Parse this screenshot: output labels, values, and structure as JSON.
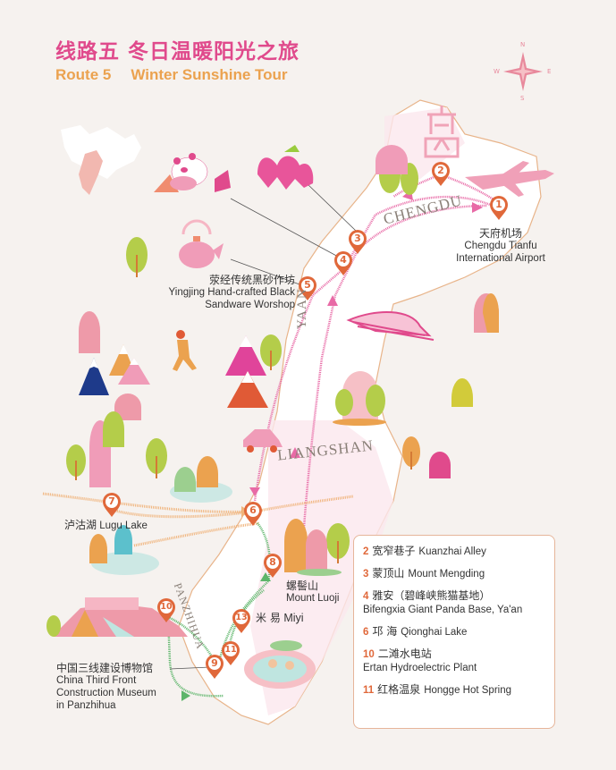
{
  "header": {
    "title_cn": "线路五  冬日温暖阳光之旅",
    "route_label": "Route 5",
    "title_en": "Winter Sunshine Tour"
  },
  "compass": {
    "n": "N",
    "s": "S",
    "e": "E",
    "w": "W"
  },
  "regions": {
    "chengdu": "CHENGDU",
    "yaan": "YAAN",
    "liangshan": "LIANGSHAN",
    "panzhihua": "PANZHIHUA"
  },
  "pins": [
    {
      "num": "1",
      "cn": "天府机场",
      "en": "Chengdu Tianfu International Airport",
      "en_line1": "Chengdu Tianfu",
      "en_line2": "International Airport"
    },
    {
      "num": "2"
    },
    {
      "num": "3"
    },
    {
      "num": "4"
    },
    {
      "num": "5",
      "cn": "荥经传统黑砂作坊",
      "en_line1": "Yingjing Hand-crafted Black",
      "en_line2": "Sandware Worshop"
    },
    {
      "num": "6"
    },
    {
      "num": "7",
      "cn": "泸沽湖",
      "en": "Lugu Lake"
    },
    {
      "num": "8",
      "cn": "螺髻山",
      "en": "Mount Luoji"
    },
    {
      "num": "9",
      "cn": "中国三线建设博物馆",
      "en_line1": "China Third Front",
      "en_line2": "Construction Museum",
      "en_line3": "in Panzhihua"
    },
    {
      "num": "10"
    },
    {
      "num": "11"
    },
    {
      "num": "13",
      "cn": "米 易",
      "en": "Miyi"
    }
  ],
  "legend": {
    "items": [
      {
        "num": "2",
        "cn": "宽窄巷子",
        "en": "Kuanzhai Alley"
      },
      {
        "num": "3",
        "cn": "蒙顶山",
        "en": "Mount Mengding"
      },
      {
        "num": "4",
        "cn": "雅安（碧峰峡熊猫基地）",
        "en": "Bifengxia Giant Panda Base, Ya'an"
      },
      {
        "num": "6",
        "cn": "邛 海",
        "en": "Qionghai Lake"
      },
      {
        "num": "10",
        "cn": "二滩水电站",
        "en": "Ertan Hydroelectric Plant"
      },
      {
        "num": "11",
        "cn": "红格温泉",
        "en": "Hongge Hot Spring"
      }
    ]
  },
  "colors": {
    "background": "#f6f2ef",
    "title_pink": "#e04a8c",
    "title_orange": "#eba24f",
    "pin": "#e0683a",
    "route_pink": "#e86aa6",
    "route_orange": "#f0b37a",
    "route_green": "#5db56a",
    "legend_border": "#e6b59a"
  }
}
